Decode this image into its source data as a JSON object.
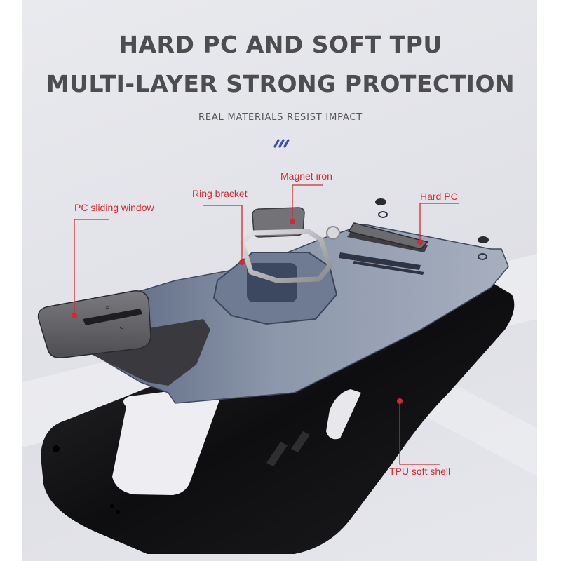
{
  "header": {
    "title_line1": "HARD PC AND SOFT TPU",
    "title_line2": "MULTI-LAYER STRONG PROTECTION",
    "subtitle": "REAL MATERIALS RESIST IMPACT",
    "divider_icon": "triple-slash-icon"
  },
  "callouts": [
    {
      "id": "pc-sliding-window",
      "label": "PC sliding window"
    },
    {
      "id": "ring-bracket",
      "label": "Ring bracket"
    },
    {
      "id": "magnet-iron",
      "label": "Magnet iron"
    },
    {
      "id": "hard-pc",
      "label": "Hard PC"
    },
    {
      "id": "tpu-soft-shell",
      "label": "TPU soft shell"
    }
  ],
  "colors": {
    "title": "#4d4d50",
    "callout": "#d22a33",
    "accent_slashes": "#3b4fb8",
    "hard_pc_shell": "#5e6c86",
    "tpu_shell": "#141416",
    "background": "#e4e5ea"
  }
}
